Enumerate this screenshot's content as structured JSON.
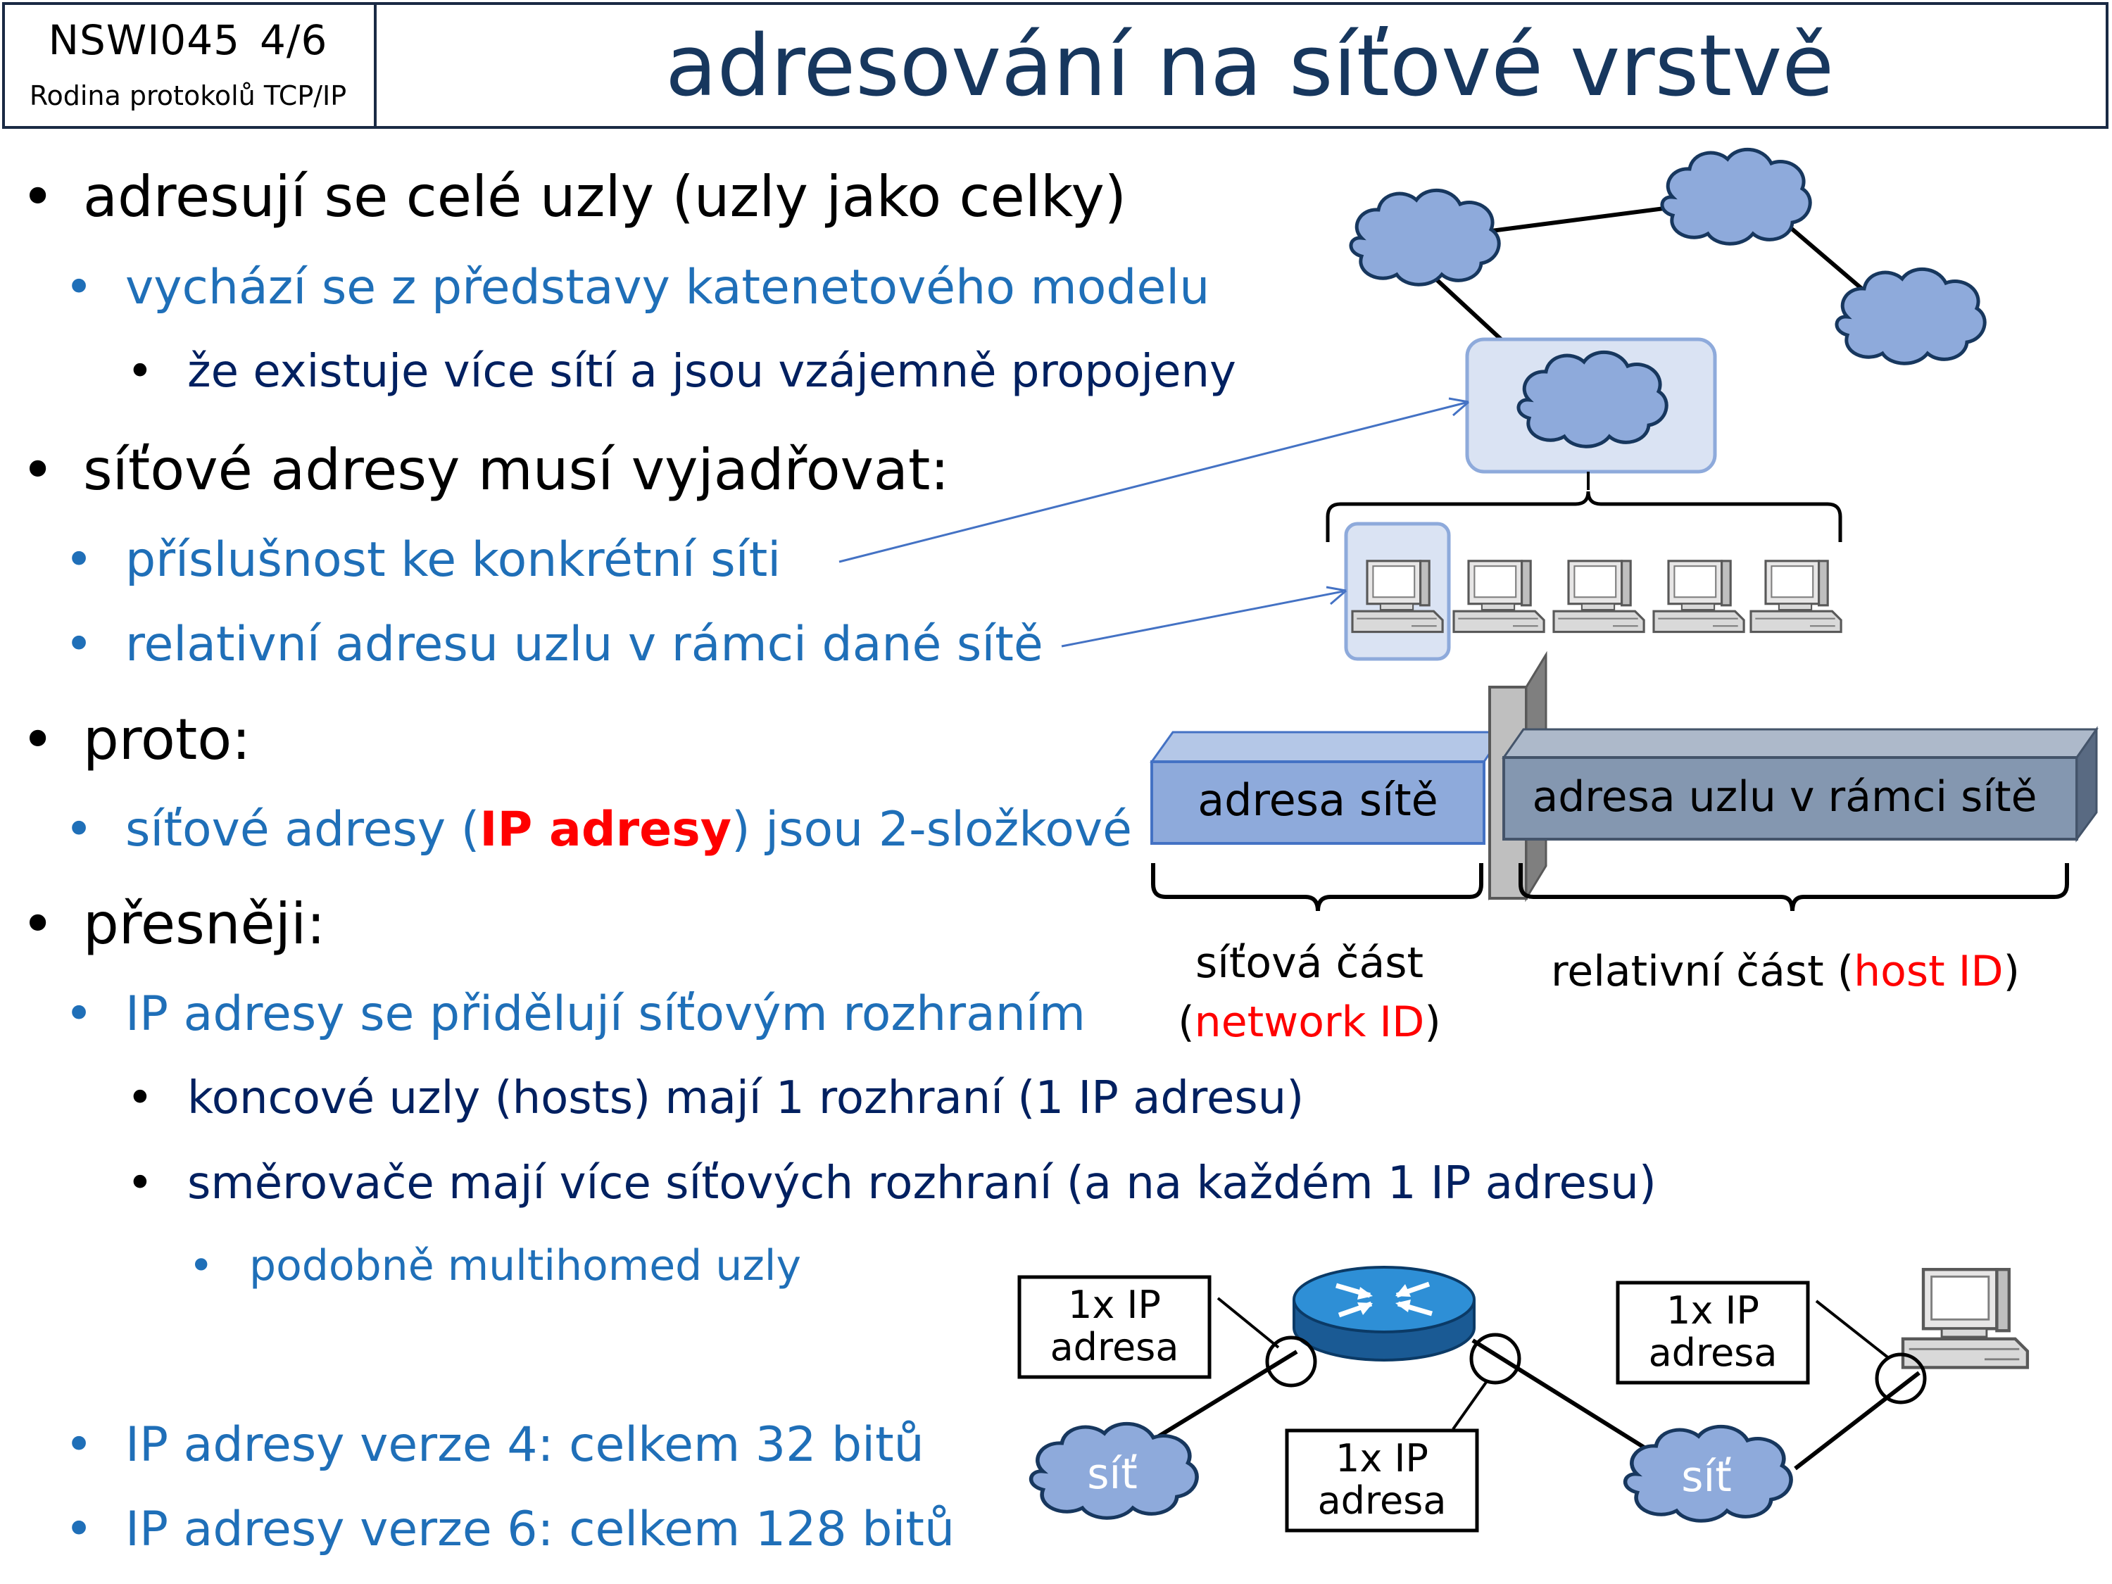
{
  "header": {
    "course_code": "NSWI045",
    "lecture": "4/6",
    "subject": "Rodina protokolů TCP/IP",
    "title": "adresování na síťové vrstvě"
  },
  "bullets": {
    "b1": "adresují se celé uzly (uzly jako celky)",
    "b1_1": "vychází se z představy katenetového modelu",
    "b1_1_1": "že existuje více sítí a jsou vzájemně propojeny",
    "b2": "síťové adresy musí vyjadřovat:",
    "b2_1": "příslušnost ke konkrétní síti",
    "b2_2": "relativní adresu uzlu v rámci dané sítě",
    "b3": "proto:",
    "b3_1_a": "síťové adresy (",
    "b3_1_b": "IP adresy",
    "b3_1_c": ") jsou 2-složkové",
    "b4": "přesněji:",
    "b4_1": "IP adresy se přidělují síťovým rozhraním",
    "b4_1_1": "koncové uzly (hosts) mají 1 rozhraní (1 IP adresu)",
    "b4_1_2": "směrovače mají více síťových rozhraní (a na každém 1 IP adresu)",
    "b4_1_2_1": "podobně multihomed uzly",
    "b5": "IP adresy verze 4: celkem 32 bitů",
    "b6": "IP adresy verze 6: celkem 128 bitů"
  },
  "diagram": {
    "net_part_box": "adresa sítě",
    "host_part_box": "adresa uzlu v rámci sítě",
    "net_part_label_1": "síťová část",
    "net_part_label_2_open": "(",
    "net_part_label_2_id": "network ID",
    "net_part_label_2_close": ")",
    "host_part_label_1": "relativní  část (",
    "host_part_label_id": "host ID",
    "host_part_label_close": ")"
  },
  "bottom_diagram": {
    "callout_line1": "1x IP",
    "callout_line2": "adresa",
    "network_label": "síť"
  },
  "colors": {
    "title": "#17375e",
    "level2_blue": "#1f6fb8",
    "level3_navy": "#002060",
    "emphasis_red": "#ff0000",
    "cloud_fill": "#8eaadb",
    "router_blue": "#1f7fc4"
  }
}
